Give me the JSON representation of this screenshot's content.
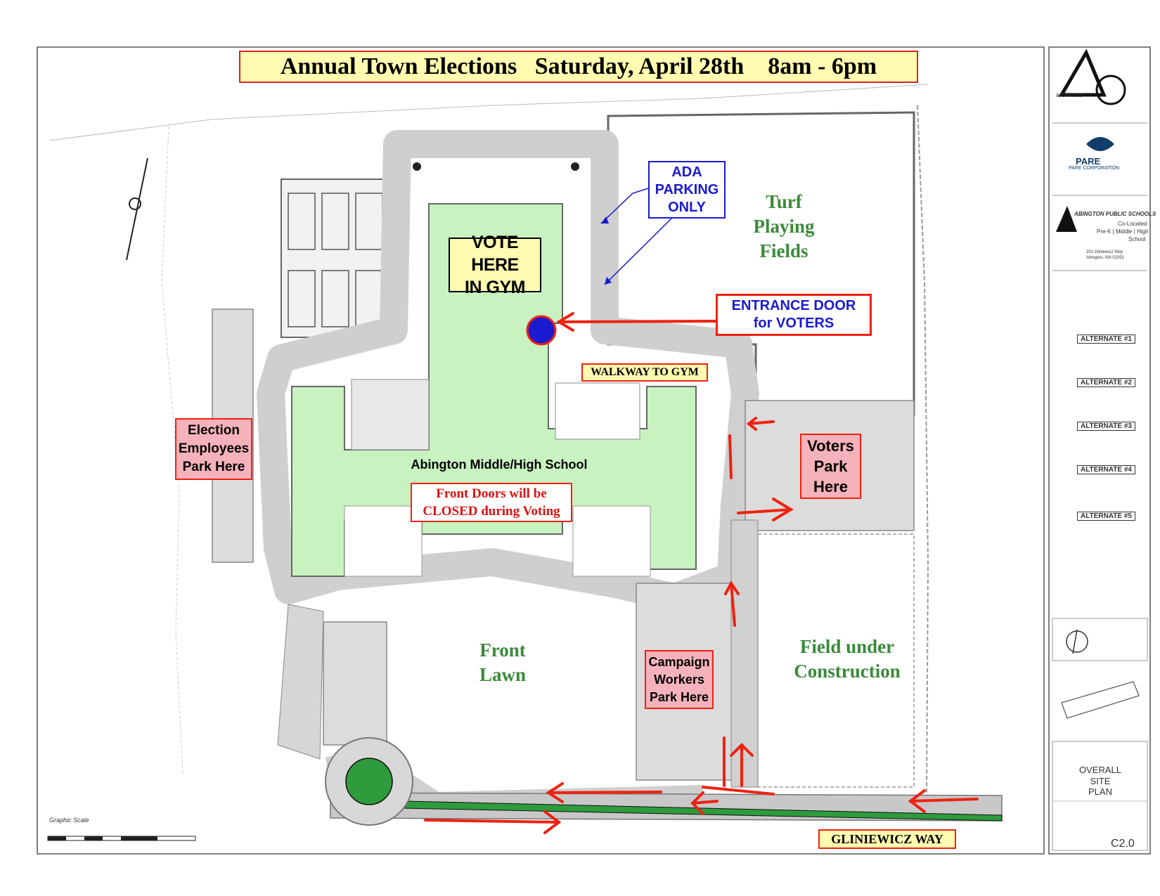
{
  "title": "Annual Town Elections   Saturday, April 28th    8am - 6pm",
  "labels": {
    "vote_here": "VOTE HERE\nIN GYM",
    "ada_parking": "ADA\nPARKING\nONLY",
    "turf_fields": "Turf\nPlaying\nFields",
    "entrance_door": "ENTRANCE DOOR\nfor VOTERS",
    "walkway": "WALKWAY TO GYM",
    "election_employees": "Election\nEmployees\nPark Here",
    "voters_park": "Voters\nPark\nHere",
    "school_name": "Abington Middle/High School",
    "front_doors": "Front Doors will be\nCLOSED during Voting",
    "front_lawn": "Front\nLawn",
    "campaign_workers": "Campaign\nWorkers\nPark Here",
    "field_under_construction": "Field under\nConstruction",
    "street": "GLINIEWICZ WAY"
  },
  "title_block": {
    "architect": "architects",
    "pare": "PARE",
    "pare_corp": "PARE CORPORATION",
    "school_district": "ABINGTON PUBLIC SCHOOLS",
    "co_located": "Co-Located",
    "grades": "Pre-K | Middle | High",
    "school": "School",
    "address1": "201 Gliniewicz Way",
    "address2": "Abington, MA 02351",
    "alternates": [
      "ALTERNATE #1",
      "ALTERNATE #2",
      "ALTERNATE #3",
      "ALTERNATE #4",
      "ALTERNATE #5"
    ],
    "drawing_name_1": "OVERALL",
    "drawing_name_2": "SITE PLAN",
    "drawing_number": "C2.0",
    "scale_label": "Graphic Scale"
  },
  "colors": {
    "building": "#c8f2c0",
    "road": "#d6d6d6",
    "marker_blue": "#1a1ad0",
    "arrow_red": "#e21",
    "roundabout": "#2e9b3c"
  }
}
